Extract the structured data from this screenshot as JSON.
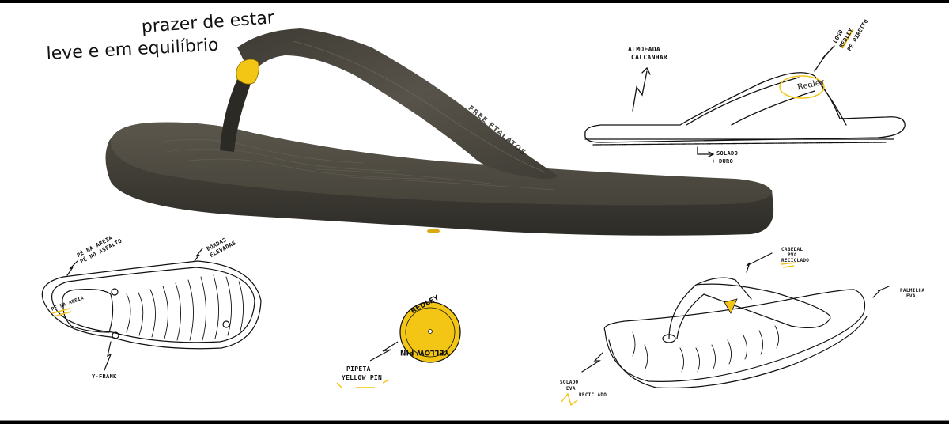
{
  "headline": {
    "line1": "prazer de estar",
    "line2": "leve e em equilíbrio"
  },
  "product_photo": {
    "strap_text": "FREE FTALATOS",
    "colors": {
      "body": "#4a463d",
      "shadow": "#2a2823",
      "accent": "#f3c514"
    }
  },
  "side_sketch": {
    "annotations": {
      "heel": {
        "line1": "ALMOFADA",
        "line2": "CALCANHAR"
      },
      "sole": {
        "line1": "SOLADO",
        "line2": "+ DURO"
      },
      "logo": {
        "line1": "LOGO",
        "line2": "REDLEY",
        "line3": "PÉ DIREITO"
      },
      "logo_text": "Redley"
    }
  },
  "sole_sketch": {
    "annotations": {
      "top_left": {
        "line1": "PÉ NA AREIA",
        "line2": "PÉ NO ASFALTO"
      },
      "edges": {
        "line1": "BORDAS",
        "line2": "ELEVADAS"
      },
      "inner": "PÉ NA AREIA",
      "bottom": "Y-FRANK"
    }
  },
  "pin": {
    "top_text": "REDLEY",
    "bottom_text": "YELLOW PIN",
    "label_line1": "PIPETA",
    "label_line2": "YELLOW PIN",
    "color": "#f3c514"
  },
  "perspective_sketch": {
    "annotations": {
      "upper": {
        "line1": "CABEDAL",
        "line2": "PVC",
        "line3": "RECICLADO"
      },
      "insole": {
        "line1": "PALMILHA",
        "line2": "EVA"
      },
      "outsole": {
        "line1": "SOLADO",
        "line2": "EVA",
        "line3": "RECICLADO"
      }
    }
  }
}
